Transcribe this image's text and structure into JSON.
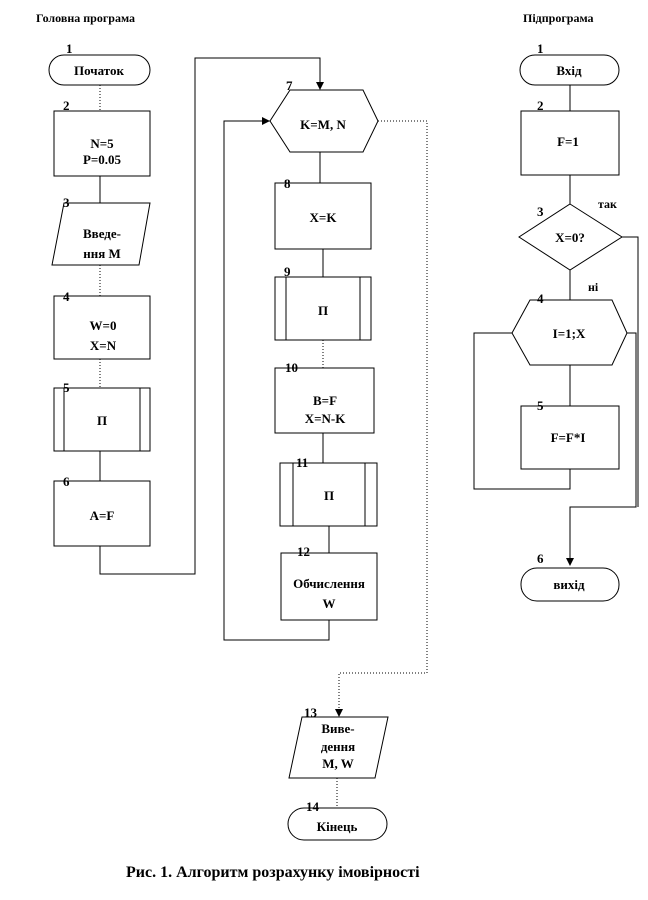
{
  "headers": {
    "main": "Головна програма",
    "sub": "Підпрограма"
  },
  "main_blocks": [
    {
      "num": "1",
      "lines": [
        "Початок"
      ]
    },
    {
      "num": "2",
      "lines": [
        "N=5",
        "P=0.05"
      ]
    },
    {
      "num": "3",
      "lines": [
        "Введе-",
        "ння M"
      ]
    },
    {
      "num": "4",
      "lines": [
        "W=0",
        "X=N"
      ]
    },
    {
      "num": "5",
      "lines": [
        "П"
      ]
    },
    {
      "num": "6",
      "lines": [
        "A=F"
      ]
    },
    {
      "num": "7",
      "lines": [
        "K=M, N"
      ]
    },
    {
      "num": "8",
      "lines": [
        "X=K"
      ]
    },
    {
      "num": "9",
      "lines": [
        "П"
      ]
    },
    {
      "num": "10",
      "lines": [
        "B=F",
        "X=N-K"
      ]
    },
    {
      "num": "11",
      "lines": [
        "П"
      ]
    },
    {
      "num": "12",
      "lines": [
        "Обчислення",
        "W"
      ]
    },
    {
      "num": "13",
      "lines": [
        "Виве-",
        "дення",
        "M, W"
      ]
    },
    {
      "num": "14",
      "lines": [
        "Кінець"
      ]
    }
  ],
  "sub_blocks": [
    {
      "num": "1",
      "lines": [
        "Вхід"
      ]
    },
    {
      "num": "2",
      "lines": [
        "F=1"
      ]
    },
    {
      "num": "3",
      "lines": [
        "X=0?"
      ]
    },
    {
      "num": "4",
      "lines": [
        "I=1;X"
      ]
    },
    {
      "num": "5",
      "lines": [
        "F=F*I"
      ]
    },
    {
      "num": "6",
      "lines": [
        "вихід"
      ]
    }
  ],
  "branch_labels": {
    "yes": "так",
    "no": "ні"
  },
  "caption": "Рис.  1. Алгоритм розрахунку імовірності"
}
